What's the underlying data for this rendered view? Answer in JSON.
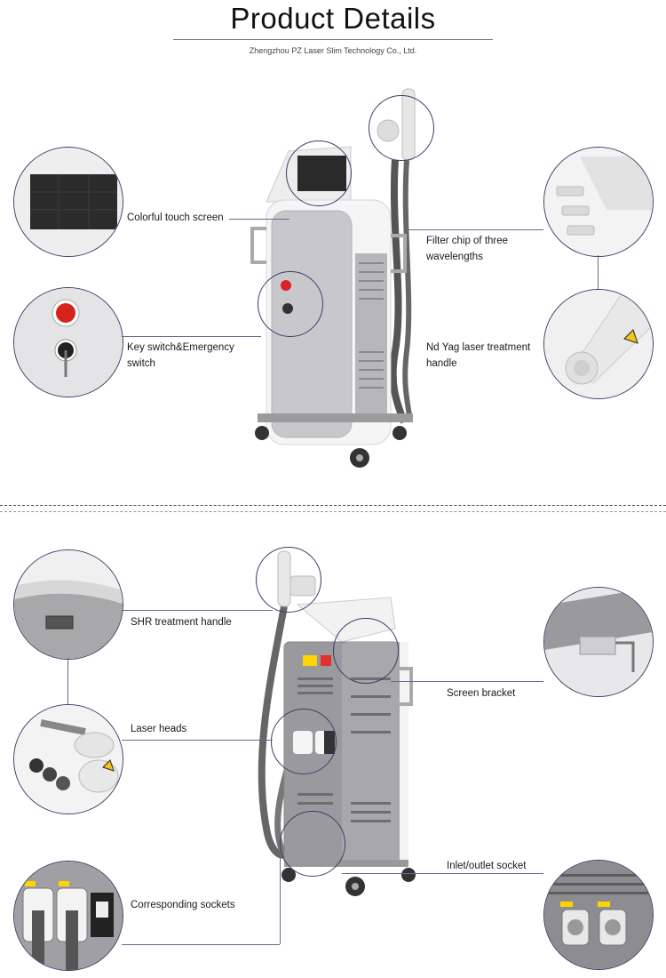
{
  "header": {
    "title": "Product Details",
    "company": "Zhengzhou PZ Laser Slim Technology Co., Ltd."
  },
  "section_top": {
    "callouts": [
      {
        "label": "Colorful touch screen"
      },
      {
        "label": "Filter chip of three wavelengths"
      },
      {
        "label": "Key switch&Emergency switch"
      },
      {
        "label": "Nd Yag laser treatment handle"
      }
    ]
  },
  "section_bottom": {
    "callouts": [
      {
        "label": "SHR treatment handle"
      },
      {
        "label": "Screen bracket"
      },
      {
        "label": "Laser heads"
      },
      {
        "label": "Inlet/outlet socket"
      },
      {
        "label": "Corresponding sockets"
      }
    ]
  },
  "colors": {
    "accent_line": "#3c3c6a",
    "machine_body": "#c9c9cc",
    "machine_frame": "#f4f4f4"
  }
}
